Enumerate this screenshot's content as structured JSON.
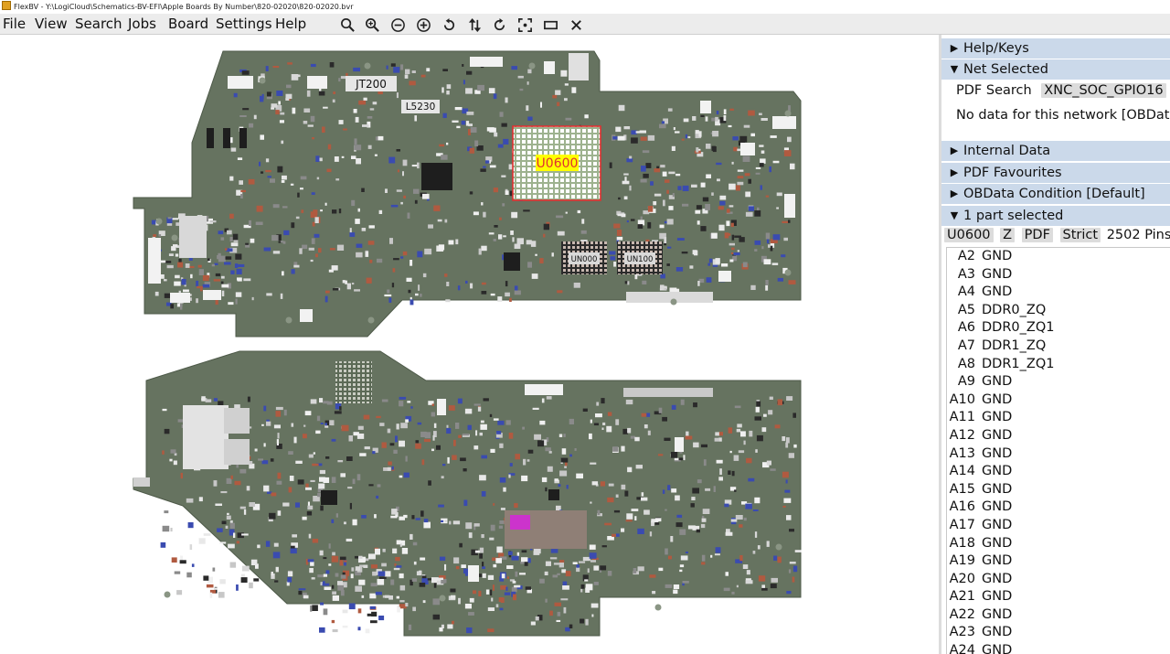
{
  "window": {
    "title": "FlexBV - Y:\\LogiCloud\\Schematics-BV-EFI\\Apple Boards By Number\\820-02020\\820-02020.bvr"
  },
  "menu": [
    "File",
    "View",
    "Search",
    "Jobs",
    "Board",
    "Settings",
    "Help"
  ],
  "toolbar": [
    {
      "name": "zoom-fit-icon"
    },
    {
      "name": "zoom-in-icon"
    },
    {
      "name": "zoom-out-circle-icon"
    },
    {
      "name": "zoom-in-circle-icon"
    },
    {
      "name": "rotate-ccw-icon"
    },
    {
      "name": "flip-icon"
    },
    {
      "name": "rotate-cw-icon"
    },
    {
      "name": "fit-screen-icon"
    },
    {
      "name": "rectangle-icon"
    },
    {
      "name": "close-icon"
    }
  ],
  "board": {
    "labels": {
      "jt200": "JT200",
      "l5230": "L5230",
      "u0600": "U0600",
      "un000": "UN000",
      "un100": "UN100"
    },
    "colors": {
      "pcb": "#667360",
      "highlight": "#ffff00",
      "selection": "#e03030"
    }
  },
  "panel": {
    "sections": {
      "help_keys": "Help/Keys",
      "net_selected": "Net Selected",
      "internal_data": "Internal Data",
      "pdf_favourites": "PDF Favourites",
      "obdata_condition": "OBData Condition [Default]",
      "parts_selected": "1 part selected"
    },
    "net": {
      "pdf_search_label": "PDF Search",
      "pdf_search_value": "XNC_SOC_GPIO16",
      "message": "No data for this network [OBData]"
    },
    "part": {
      "name": "U0600",
      "z_button": "Z",
      "pdf_button": "PDF",
      "strict_button": "Strict",
      "pin_count": "2502 Pins"
    },
    "pins": [
      {
        "id": "A2",
        "net": "GND"
      },
      {
        "id": "A3",
        "net": "GND"
      },
      {
        "id": "A4",
        "net": "GND"
      },
      {
        "id": "A5",
        "net": "DDR0_ZQ"
      },
      {
        "id": "A6",
        "net": "DDR0_ZQ1"
      },
      {
        "id": "A7",
        "net": "DDR1_ZQ"
      },
      {
        "id": "A8",
        "net": "DDR1_ZQ1"
      },
      {
        "id": "A9",
        "net": "GND"
      },
      {
        "id": "A10",
        "net": "GND"
      },
      {
        "id": "A11",
        "net": "GND"
      },
      {
        "id": "A12",
        "net": "GND"
      },
      {
        "id": "A13",
        "net": "GND"
      },
      {
        "id": "A14",
        "net": "GND"
      },
      {
        "id": "A15",
        "net": "GND"
      },
      {
        "id": "A16",
        "net": "GND"
      },
      {
        "id": "A17",
        "net": "GND"
      },
      {
        "id": "A18",
        "net": "GND"
      },
      {
        "id": "A19",
        "net": "GND"
      },
      {
        "id": "A20",
        "net": "GND"
      },
      {
        "id": "A21",
        "net": "GND"
      },
      {
        "id": "A22",
        "net": "GND"
      },
      {
        "id": "A23",
        "net": "GND"
      },
      {
        "id": "A24",
        "net": "GND"
      }
    ]
  }
}
